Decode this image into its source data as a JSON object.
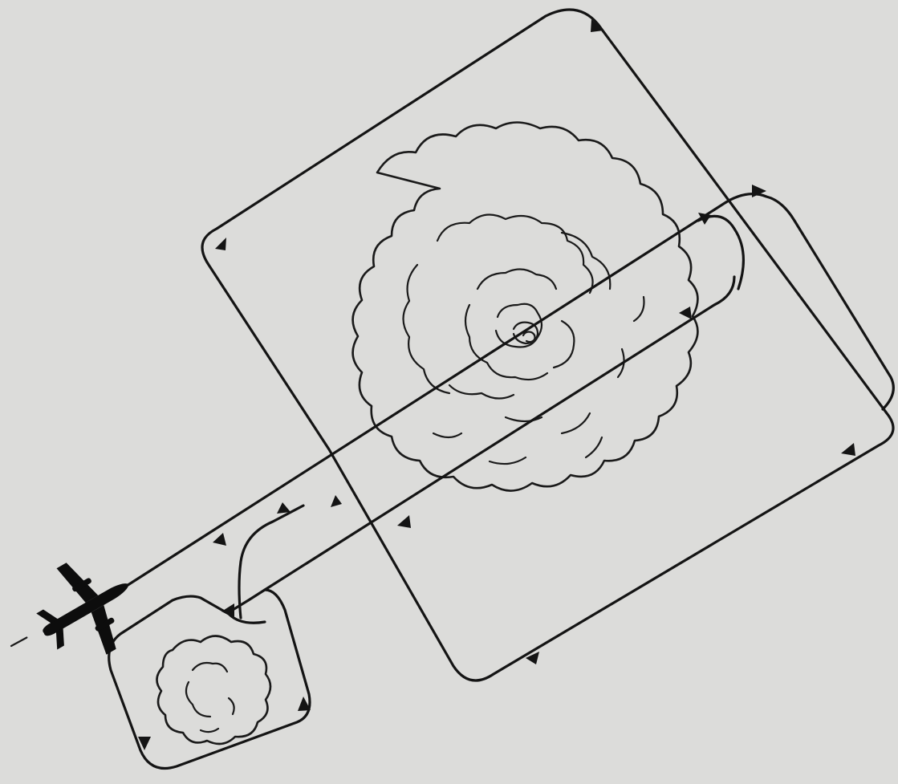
{
  "figure": {
    "description_visible_text": "",
    "colors": {
      "background": "#dcdcda",
      "ink": "#141414"
    },
    "elements": [
      "large-storm-cloud",
      "small-storm-cloud",
      "aircraft",
      "flight-paths-with-direction-arrows"
    ]
  }
}
